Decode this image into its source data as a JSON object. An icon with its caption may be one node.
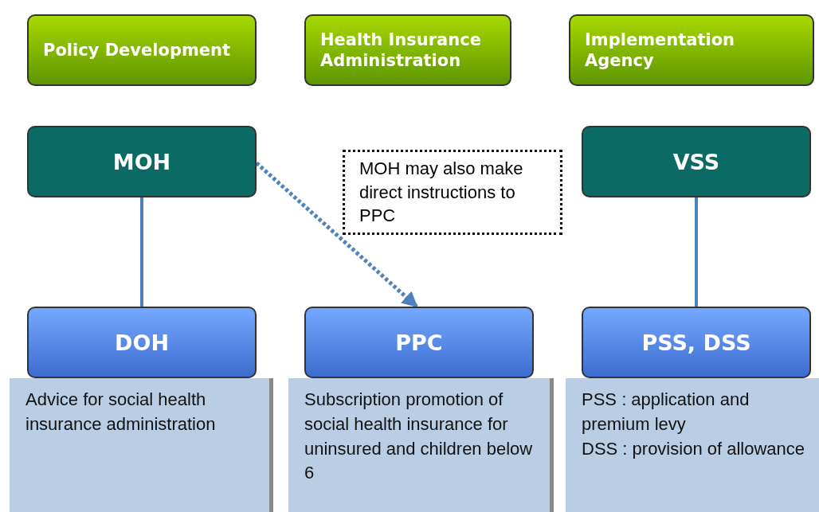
{
  "diagram": {
    "nodes": [
      {
        "text": [
          "Policy Development"
        ]
      },
      {
        "text": [
          "Health Insurance Administration"
        ]
      },
      {
        "text": [
          "Implementation Agency"
        ]
      },
      {
        "text": [
          "MOH"
        ]
      },
      {
        "text": [
          "MOH may also make direct instructions to PPC"
        ]
      },
      {
        "text": [
          "VSS"
        ]
      },
      {
        "text": [
          "Advice for social health insurance administration"
        ]
      },
      {
        "text": [
          "Subscription promotion of social health insurance for uninsured and children below 6"
        ]
      },
      {
        "text": [
          "PSS : application and premium levy",
          "DSS : provision of allowance"
        ]
      },
      {
        "text": [
          "DOH"
        ]
      },
      {
        "text": [
          "PPC"
        ]
      },
      {
        "text": [
          "PSS, DSS"
        ]
      }
    ],
    "edges": [
      {
        "from": 3,
        "to": 9,
        "arrow": "none"
      },
      {
        "from": 5,
        "to": 11,
        "arrow": "none"
      },
      {
        "from": 3,
        "to": 10,
        "arrow": "to",
        "style": "dashed"
      }
    ]
  }
}
